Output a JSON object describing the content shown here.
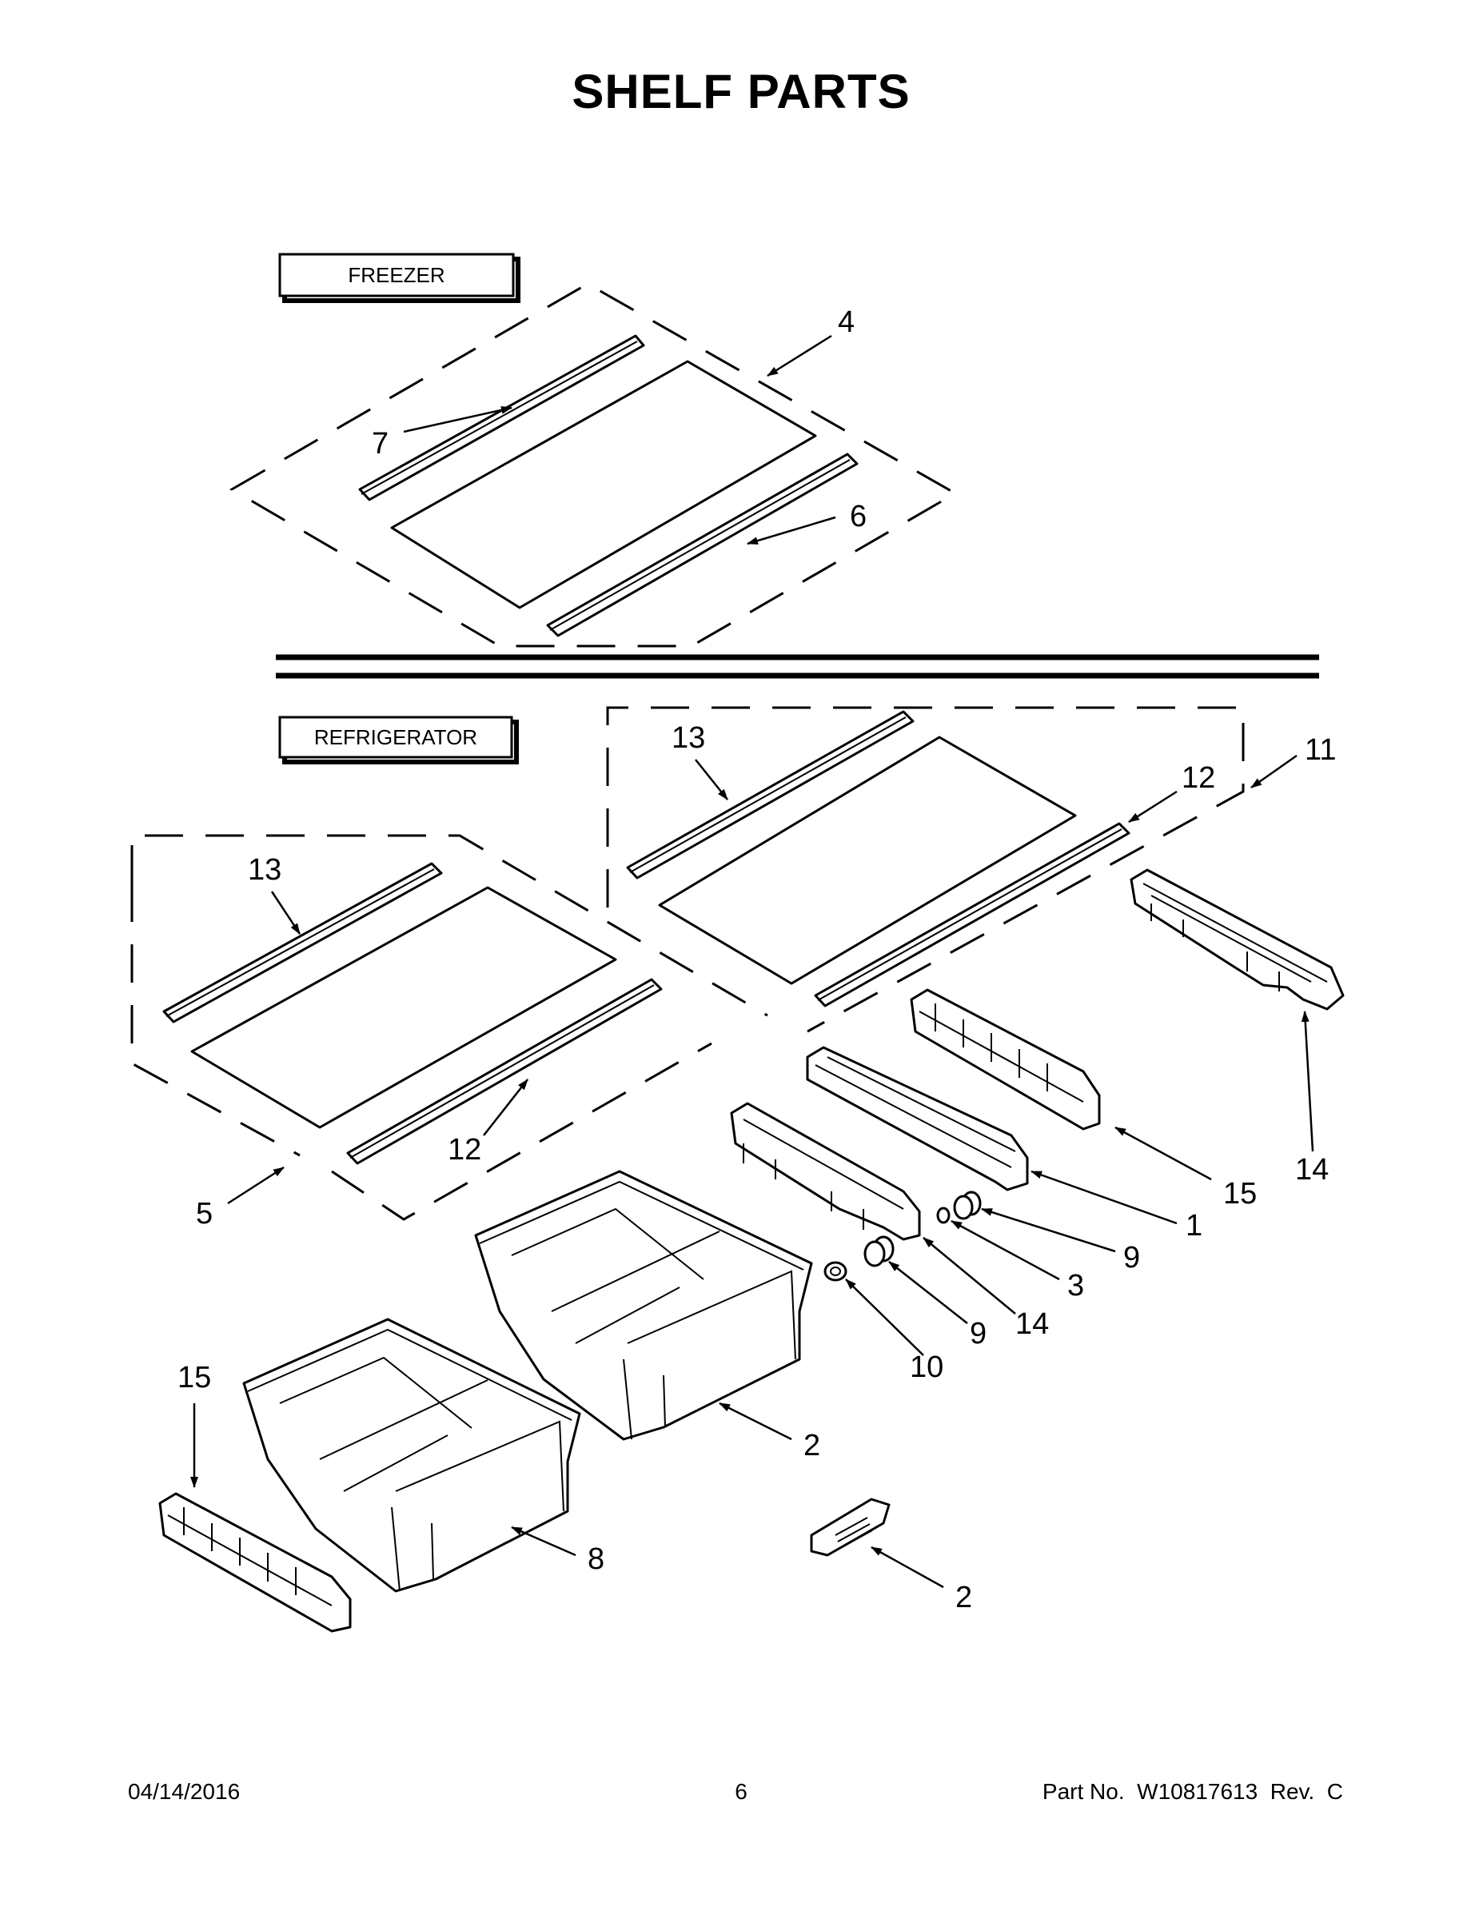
{
  "title": "SHELF PARTS",
  "sections": {
    "freezer": "FREEZER",
    "refrigerator": "REFRIGERATOR"
  },
  "callouts": [
    {
      "id": "c4",
      "text": "4"
    },
    {
      "id": "c7",
      "text": "7"
    },
    {
      "id": "c6",
      "text": "6"
    },
    {
      "id": "c11",
      "text": "11"
    },
    {
      "id": "c13a",
      "text": "13"
    },
    {
      "id": "c12a",
      "text": "12"
    },
    {
      "id": "c13b",
      "text": "13"
    },
    {
      "id": "c12b",
      "text": "12"
    },
    {
      "id": "c5",
      "text": "5"
    },
    {
      "id": "c14a",
      "text": "14"
    },
    {
      "id": "c15a",
      "text": "15"
    },
    {
      "id": "c1",
      "text": "1"
    },
    {
      "id": "c9a",
      "text": "9"
    },
    {
      "id": "c3",
      "text": "3"
    },
    {
      "id": "c14b",
      "text": "14"
    },
    {
      "id": "c9b",
      "text": "9"
    },
    {
      "id": "c10",
      "text": "10"
    },
    {
      "id": "c2a",
      "text": "2"
    },
    {
      "id": "c15b",
      "text": "15"
    },
    {
      "id": "c2b",
      "text": "2"
    },
    {
      "id": "c8",
      "text": "8"
    }
  ],
  "footer": {
    "date": "04/14/2016",
    "page": "6",
    "part_no": "Part No.  W10817613  Rev.  C"
  }
}
